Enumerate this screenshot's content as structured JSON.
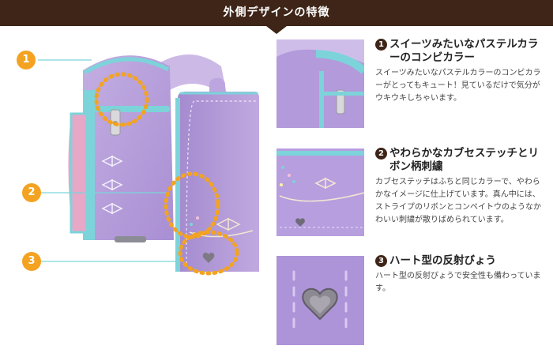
{
  "banner": {
    "title": "外側デザインの特徴"
  },
  "callouts": [
    "1",
    "2",
    "3"
  ],
  "colors": {
    "banner": "#3e2518",
    "lavender": "#b39ad6",
    "turquoise": "#7dd3da",
    "accent_orange": "#f3a321"
  },
  "features": [
    {
      "number": "1",
      "title": "スイーツみたいなパステルカラーのコンビカラー",
      "body": "スイーツみたいなパステルカラーのコンビカラーがとってもキュート！見ているだけで気分がウキウキしちゃいます。"
    },
    {
      "number": "2",
      "title": "やわらかなカブセステッチとリボン柄刺繍",
      "body": "カブセステッチはふちと同じカラーで、やわらかなイメージに仕上げています。真ん中には、ストライプのリボンとコンペイトウのようなかわいい刺繍が散りばめられています。"
    },
    {
      "number": "3",
      "title": "ハート型の反射びょう",
      "body": "ハート型の反射びょうで安全性も備わっています。"
    }
  ]
}
